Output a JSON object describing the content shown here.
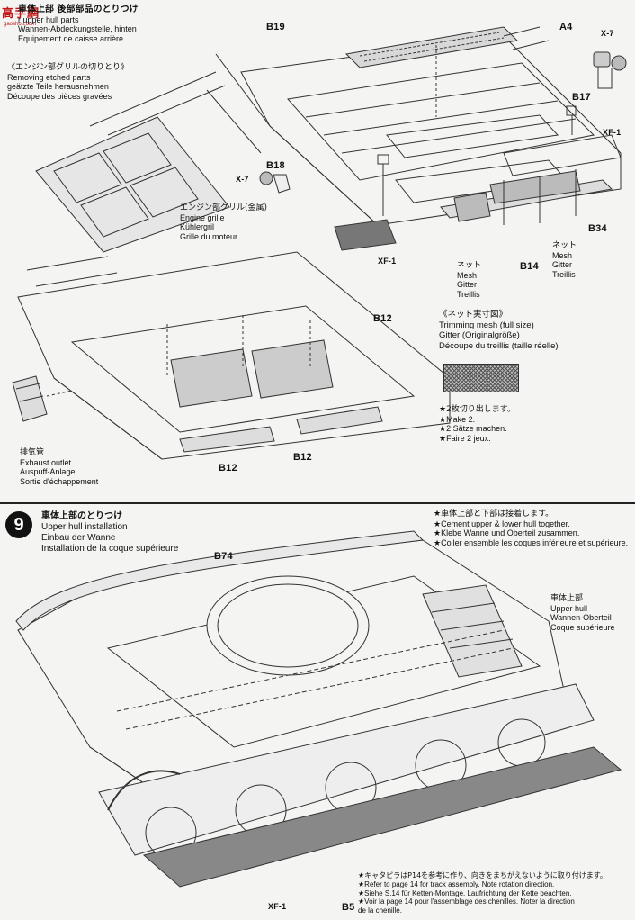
{
  "watermark": {
    "site": "高手網",
    "url": "gaoshou.com"
  },
  "step8": {
    "title_block": {
      "jp": "車体上部 後部部品のとりつけ",
      "en": "r upper hull parts",
      "de": "Wannen-Abdeckungsteile, hinten",
      "fr": "Equipement de caisse arrière"
    },
    "etched": {
      "jp": "《エンジン部グリルの切りとり》",
      "en": "Removing etched parts",
      "de": "geätzte Teile herausnehmen",
      "fr": "Découpe des pièces gravées"
    },
    "grille": {
      "jp": "エンジン部グリル(金属)",
      "en": "Engine grille",
      "de": "Kühlergril",
      "fr": "Grille du moteur"
    },
    "exhaust": {
      "jp": "排気管",
      "en": "Exhaust outlet",
      "de": "Auspuff-Anlage",
      "fr": "Sortie d'échappement"
    },
    "mesh_left": {
      "jp": "ネット",
      "en": "Mesh",
      "de": "Gitter",
      "fr": "Treillis"
    },
    "mesh_right": {
      "jp": "ネット",
      "en": "Mesh",
      "de": "Gitter",
      "fr": "Treillis"
    },
    "trimming": {
      "jp": "《ネット実寸図》",
      "en": "Trimming mesh (full size)",
      "de": "Gitter (Originalgröße)",
      "fr": "Découpe du treillis (taille réelle)"
    },
    "make2": {
      "jp": "★2枚切り出します。",
      "en": "★Make 2.",
      "de": "★2 Sätze machen.",
      "fr": "★Faire 2 jeux."
    },
    "parts": {
      "b19": "B19",
      "a4": "A4",
      "x7a": "X-7",
      "b17": "B17",
      "xf1a": "XF-1",
      "b18": "B18",
      "x7b": "X-7",
      "b34": "B34",
      "xf1b": "XF-1",
      "b14": "B14",
      "b12a": "B12",
      "b12b": "B12",
      "b12c": "B12"
    }
  },
  "step9": {
    "number": "9",
    "title_block": {
      "jp": "車体上部のとりつけ",
      "en": "Upper hull installation",
      "de": "Einbau der Wanne",
      "fr": "Installation de la coque supérieure"
    },
    "cement": {
      "jp": "★車体上部と下部は接着します。",
      "en": "★Cement upper & lower hull together.",
      "de": "★Klebe Wanne und Oberteil zusammen.",
      "fr": "★Coller ensemble les coques inférieure et supérieure."
    },
    "upper_hull": {
      "jp": "車体上部",
      "en": "Upper hull",
      "de": "Wannen-Oberteil",
      "fr": "Coque supérieure"
    },
    "track_note": {
      "jp": "★キャタピラはP14を参考に作り、向きをまちがえないように取り付けます。",
      "en1": "★Refer to page 14 for track assembly. Note rotation direction.",
      "de": "★Siehe S.14 für Ketten-Montage. Laufrichtung der Kette beachten.",
      "fr1": "★Voir la page 14 pour l'assemblage des chenilles. Noter la direction",
      "fr2": "de la chenille."
    },
    "parts": {
      "b74": "B74",
      "xf1": "XF-1",
      "b5": "B5"
    }
  }
}
